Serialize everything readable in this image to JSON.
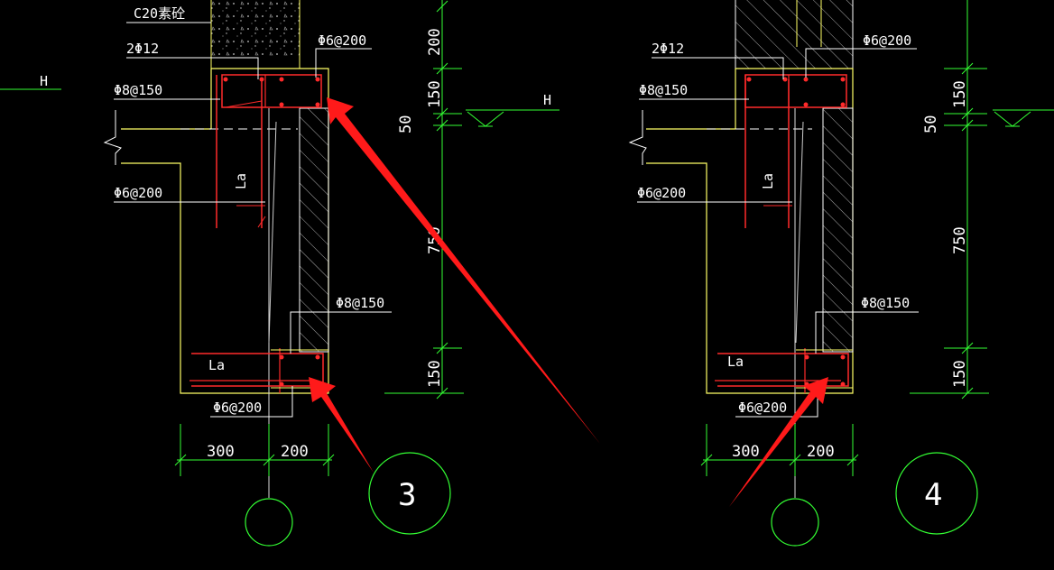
{
  "left_detail": {
    "labels": {
      "concrete": "C20素砼",
      "top_bars": "2Φ12",
      "top_stirrup": "Φ6@200",
      "hook_bar": "Φ8@150",
      "mid_stirrup": "Φ6@200",
      "lap_top": "La",
      "lap_bottom": "La",
      "foot_bar": "Φ8@150",
      "foot_stirrup": "Φ6@200",
      "level_mark": "H"
    },
    "vertical_dims": [
      "200",
      "150",
      "50",
      "750",
      "150"
    ],
    "horizontal_dims": [
      "300",
      "200"
    ],
    "detail_number": "3"
  },
  "right_detail": {
    "labels": {
      "top_bars": "2Φ12",
      "top_stirrup": "Φ6@200",
      "hook_bar": "Φ8@150",
      "mid_stirrup": "Φ6@200",
      "lap_top": "La",
      "lap_bottom": "La",
      "foot_bar": "Φ8@150",
      "foot_stirrup": "Φ6@200"
    },
    "vertical_dims": [
      "150",
      "50",
      "750",
      "150"
    ],
    "horizontal_dims": [
      "300",
      "200"
    ],
    "detail_number": "4"
  },
  "left_edge_mark": "H",
  "colors": {
    "background": "#000000",
    "outline": "#ffff66",
    "rebar": "#ff2a2a",
    "dimension": "#33ff33",
    "leader": "#ffffff",
    "hatch": "#bbbbbb",
    "arrow": "#ff1a1a"
  }
}
